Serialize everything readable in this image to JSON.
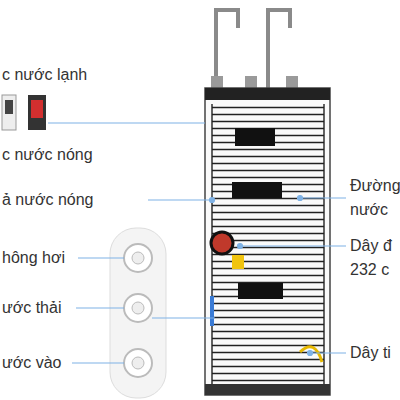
{
  "diagram": {
    "labels": [
      "c nước lạnh",
      "c nước nóng",
      "ả nước nóng",
      "hông hơi",
      "ước thải",
      "ước vào",
      "Đường nước",
      "Dây đ 232 c",
      "Dây ti"
    ]
  }
}
